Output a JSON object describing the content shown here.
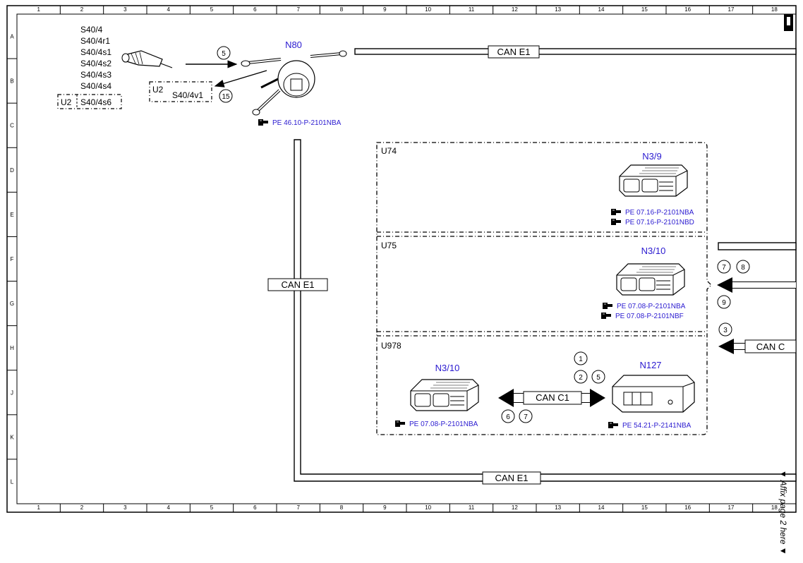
{
  "grid": {
    "columns": [
      "1",
      "2",
      "3",
      "4",
      "5",
      "6",
      "7",
      "8",
      "9",
      "10",
      "11",
      "12",
      "13",
      "14",
      "15",
      "16",
      "17",
      "18"
    ],
    "rows": [
      "A",
      "B",
      "C",
      "D",
      "E",
      "F",
      "G",
      "H",
      "J",
      "K",
      "L"
    ]
  },
  "switch_labels": [
    "S40/4",
    "S40/4r1",
    "S40/4s1",
    "S40/4s2",
    "S40/4s3",
    "S40/4s4"
  ],
  "u2_box_1": {
    "tag": "U2",
    "label": "S40/4s6"
  },
  "u2_box_2": {
    "tag": "U2",
    "label": "S40/4v1"
  },
  "n80": {
    "label": "N80",
    "ref": "PE 46.10-P-2101NBA"
  },
  "can_bus": {
    "e1_top": "CAN E1",
    "e1_vertical": "CAN E1",
    "e1_bottom": "CAN E1",
    "c": "CAN C",
    "c1": "CAN C1"
  },
  "u74": {
    "tag": "U74",
    "module": "N3/9",
    "refs": [
      "PE 07.16-P-2101NBA",
      "PE 07.16-P-2101NBD"
    ]
  },
  "u75": {
    "tag": "U75",
    "module": "N3/10",
    "refs": [
      "PE 07.08-P-2101NBA",
      "PE 07.08-P-2101NBF"
    ]
  },
  "u978": {
    "tag": "U978",
    "module_left": "N3/10",
    "ref_left": "PE 07.08-P-2101NBA",
    "module_right": "N127",
    "ref_right": "PE 54.21-P-2141NBA"
  },
  "circled": {
    "c5_top": "5",
    "c15": "15",
    "c7": "7",
    "c8": "8",
    "c9": "9",
    "c3": "3",
    "c1": "1",
    "c2": "2",
    "c5_mid": "5",
    "c6": "6",
    "c7_low": "7"
  },
  "affix_note": "▼ Affix page 2 here ▼",
  "colors": {
    "line": "#000000",
    "ref_blue": "#2a1ad0"
  }
}
